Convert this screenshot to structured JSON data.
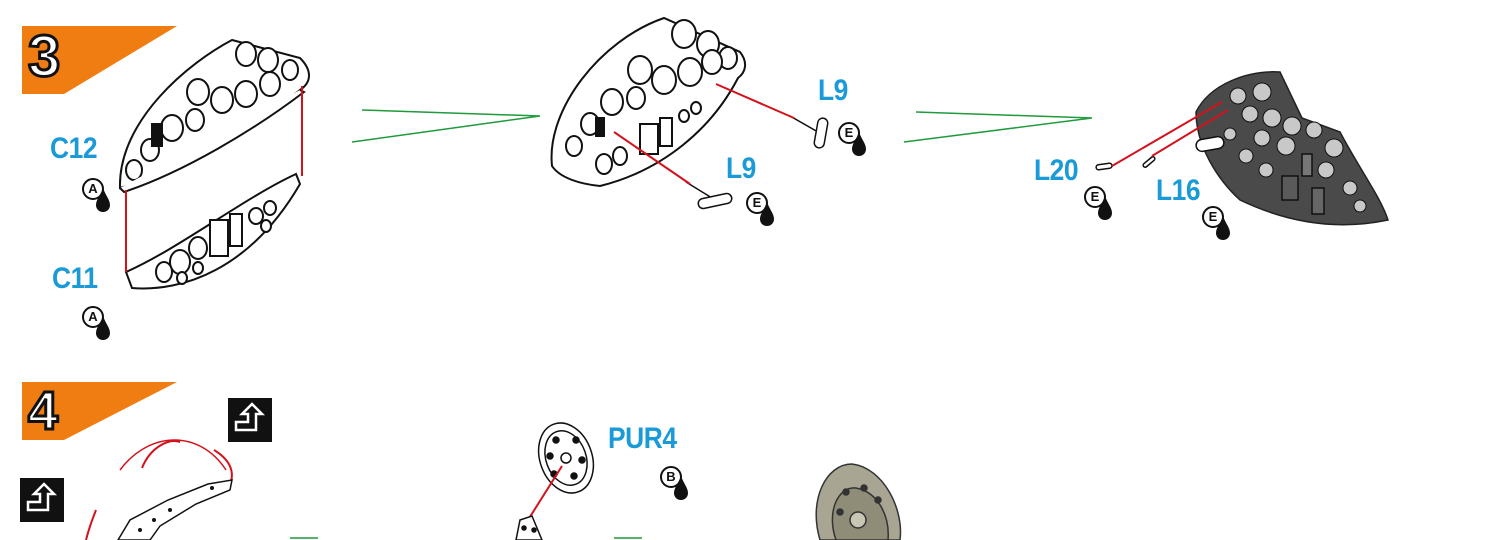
{
  "steps": [
    {
      "number": "3"
    },
    {
      "number": "4"
    }
  ],
  "parts": {
    "c12": "C12",
    "c11": "C11",
    "l9_top": "L9",
    "l9_bottom": "L9",
    "l20": "L20",
    "l16": "L16",
    "pur4": "PUR4"
  },
  "glue_codes": {
    "c12": "A",
    "c11": "A",
    "l9_top": "E",
    "l9_bottom": "E",
    "l20": "E",
    "l16": "E",
    "pur4": "B"
  },
  "colors": {
    "badge_orange": "#ef7d12",
    "part_label_blue": "#1a9ad6",
    "attach_line_red": "#d3121c",
    "progress_line_green": "#1f9a3c",
    "painted_part_gray": "#4a4a4a",
    "disc_gray": "#a8a592"
  },
  "icons": [
    "glue-drop-icon",
    "flip-over-icon"
  ]
}
